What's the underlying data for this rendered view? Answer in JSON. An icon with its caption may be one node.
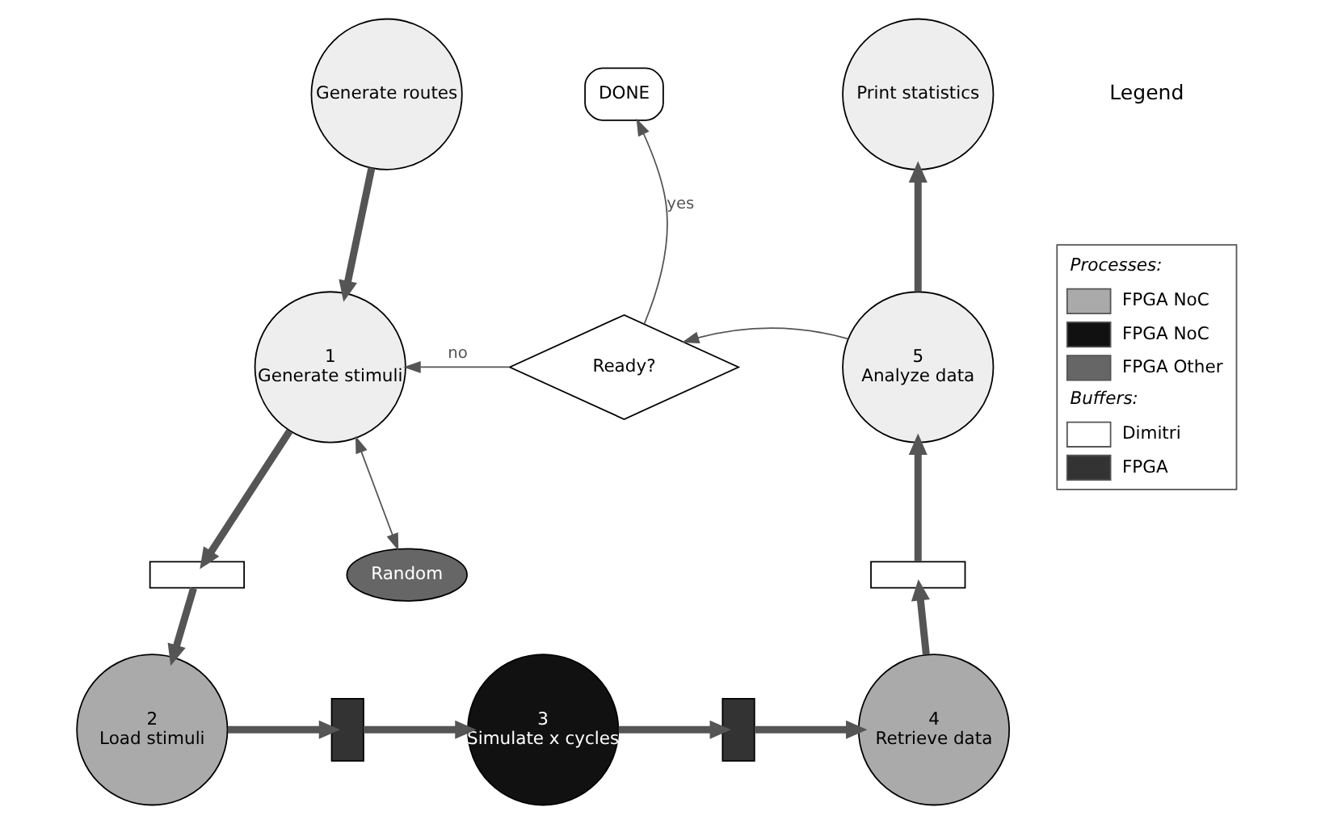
{
  "diagram": {
    "nodes": [
      {
        "text": [
          "Generate routes"
        ]
      },
      {
        "text": [
          "Print statistics"
        ]
      },
      {
        "text": [
          "DONE"
        ]
      },
      {
        "text": [
          "1",
          "Generate stimuli"
        ]
      },
      {
        "text": [
          "Ready?"
        ]
      },
      {
        "text": [
          "5",
          "Analyze data"
        ]
      },
      {
        "text": [
          "Random"
        ]
      },
      {
        "text": [],
        "shape": "box"
      },
      {
        "text": [],
        "shape": "box"
      },
      {
        "text": [
          "2",
          "Load stimuli"
        ]
      },
      {
        "text": [],
        "shape": "bar"
      },
      {
        "text": [
          "3",
          "Simulate x cycles"
        ]
      },
      {
        "text": [],
        "shape": "bar"
      },
      {
        "text": [
          "4",
          "Retrieve data"
        ]
      }
    ],
    "edges": [
      {
        "from": 0,
        "to": 3,
        "arrow": "to"
      },
      {
        "from": 3,
        "to": 7,
        "arrow": "to"
      },
      {
        "from": 7,
        "to": 9,
        "arrow": "to"
      },
      {
        "from": 9,
        "to": 10,
        "arrow": "to"
      },
      {
        "from": 10,
        "to": 11,
        "arrow": "to"
      },
      {
        "from": 11,
        "to": 12,
        "arrow": "to"
      },
      {
        "from": 12,
        "to": 13,
        "arrow": "to"
      },
      {
        "from": 13,
        "to": 8,
        "arrow": "to"
      },
      {
        "from": 8,
        "to": 5,
        "arrow": "to"
      },
      {
        "from": 5,
        "to": 1,
        "arrow": "to"
      },
      {
        "from": 5,
        "to": 4,
        "arrow": "to"
      },
      {
        "from": 4,
        "to": 3,
        "arrow": "to",
        "label": "no"
      },
      {
        "from": 4,
        "to": 2,
        "arrow": "to",
        "label": "yes"
      },
      {
        "from": 3,
        "to": 6,
        "arrow": "both"
      }
    ],
    "labels": [
      "Legend",
      "Processes:",
      "Buffers:"
    ],
    "legend": [
      {
        "text": "FPGA NoC"
      },
      {
        "text": "FPGA NoC"
      },
      {
        "text": "FPGA Other"
      },
      {
        "text": "Dimitri",
        "color": "#ffffff"
      },
      {
        "text": "FPGA",
        "color": "#333333"
      }
    ]
  }
}
